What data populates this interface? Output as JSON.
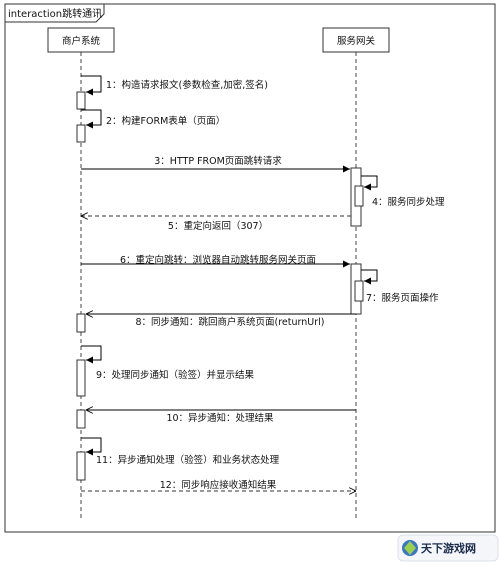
{
  "frame": {
    "title": "interaction跳转通讯"
  },
  "participants": [
    {
      "id": "merchant",
      "label": "商户系统"
    },
    {
      "id": "gateway",
      "label": "服务网关"
    }
  ],
  "messages": [
    {
      "label": "1：构造请求报文(参数检查,加密,签名)",
      "kind": "self",
      "on": "merchant"
    },
    {
      "label": "2：构建FORM表单（页面）",
      "kind": "self",
      "on": "merchant"
    },
    {
      "label": "3：HTTP FROM页面跳转请求",
      "kind": "sync",
      "from": "merchant",
      "to": "gateway"
    },
    {
      "label": "4：服务同步处理",
      "kind": "self",
      "on": "gateway"
    },
    {
      "label": "5：重定向返回（307）",
      "kind": "return",
      "from": "gateway",
      "to": "merchant"
    },
    {
      "label": "6：重定向跳转：浏览器自动跳转服务网关页面",
      "kind": "sync",
      "from": "merchant",
      "to": "gateway"
    },
    {
      "label": "7：服务页面操作",
      "kind": "self",
      "on": "gateway"
    },
    {
      "label": "8：同步通知：跳回商户系统页面(returnUrl)",
      "kind": "sync",
      "from": "gateway",
      "to": "merchant"
    },
    {
      "label": "9：处理同步通知（验签）并显示结果",
      "kind": "self",
      "on": "merchant"
    },
    {
      "label": "10：异步通知：处理结果",
      "kind": "sync",
      "from": "gateway",
      "to": "merchant"
    },
    {
      "label": "11：异步通知处理（验签）和业务状态处理",
      "kind": "self",
      "on": "merchant"
    },
    {
      "label": "12：同步响应接收通知结果",
      "kind": "return",
      "from": "merchant",
      "to": "gateway"
    }
  ],
  "watermark": {
    "text": "天下游戏网"
  }
}
